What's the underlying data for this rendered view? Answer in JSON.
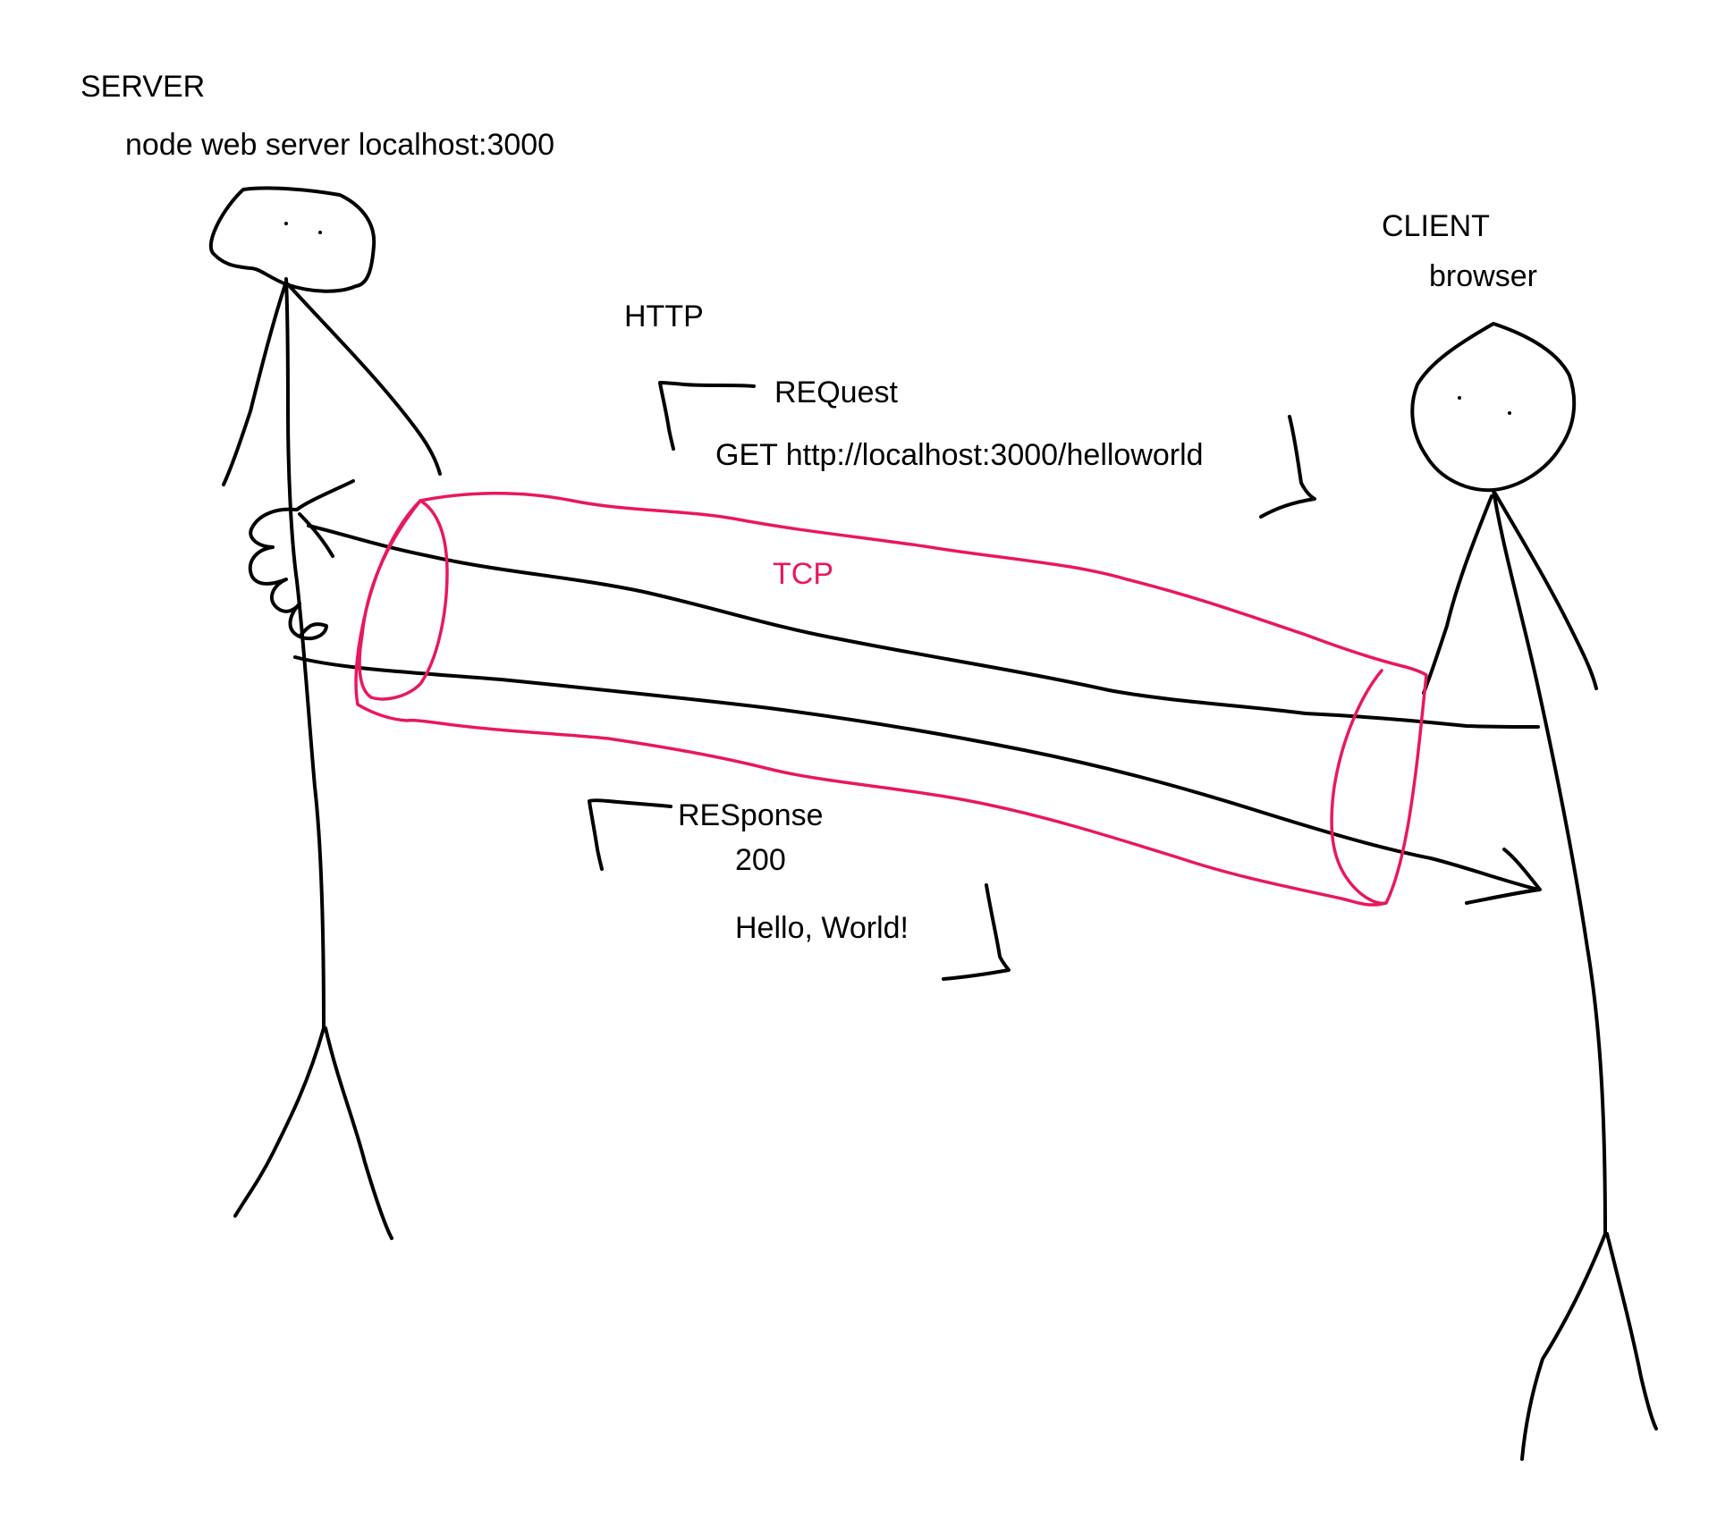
{
  "colors": {
    "ink": "#000000",
    "tcp_accent": "#e8185d",
    "background": "#ffffff"
  },
  "server": {
    "title": "SERVER",
    "subtitle": "node web server localhost:3000"
  },
  "client": {
    "title": "CLIENT",
    "subtitle": "browser"
  },
  "protocol": {
    "http_label": "HTTP",
    "tcp_label": "TCP"
  },
  "request": {
    "label": "REQuest",
    "line": "GET http://localhost:3000/helloworld"
  },
  "response": {
    "label": "RESponse",
    "status": "200",
    "body": "Hello, World!"
  }
}
